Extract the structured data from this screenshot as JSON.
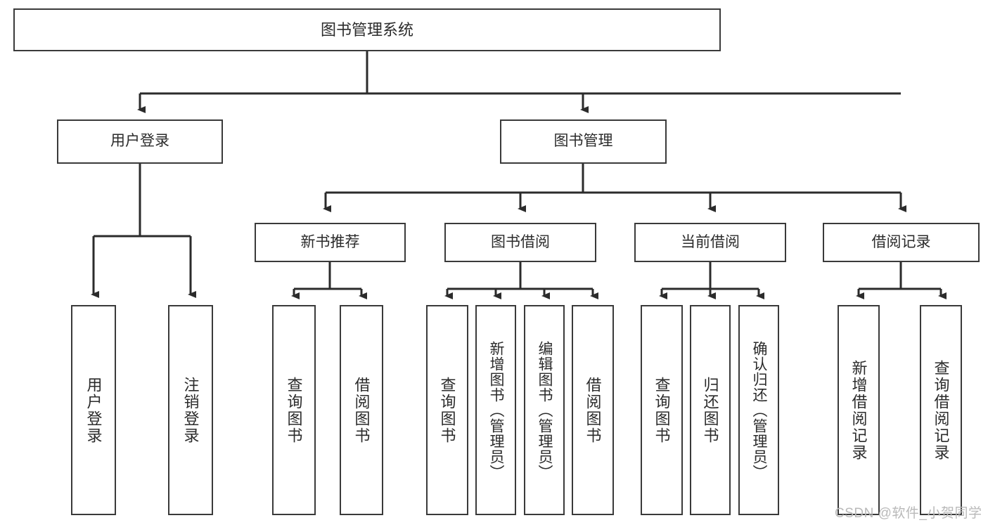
{
  "diagram": {
    "type": "tree",
    "title": "图书管理系统",
    "orientation": "top-down",
    "colors": {
      "box_border": "#3a3a3a",
      "box_fill": "#ffffff",
      "edge": "#2b2b2b",
      "text": "#2b2b2b",
      "watermark": "#b9b9b9"
    },
    "levels": {
      "root": "图书管理系统",
      "level2": [
        "用户登录",
        "图书管理"
      ],
      "level3": [
        "新书推荐",
        "图书借阅",
        "当前借阅",
        "借阅记录"
      ]
    },
    "nodes": {
      "root": {
        "label": "图书管理系统"
      },
      "user_login": {
        "label": "用户登录"
      },
      "book_manage": {
        "label": "图书管理"
      },
      "new_book_rec": {
        "label": "新书推荐"
      },
      "book_borrow": {
        "label": "图书借阅"
      },
      "current_borrow": {
        "label": "当前借阅"
      },
      "borrow_record": {
        "label": "借阅记录"
      }
    },
    "leaves": {
      "user_login": [
        {
          "label": "用户登录"
        },
        {
          "label": "注销登录"
        }
      ],
      "new_book_rec": [
        {
          "label": "查询图书"
        },
        {
          "label": "借阅图书"
        }
      ],
      "book_borrow": [
        {
          "label": "查询图书"
        },
        {
          "label": "新增图书（管理员）"
        },
        {
          "label": "编辑图书（管理员）"
        },
        {
          "label": "借阅图书"
        }
      ],
      "current_borrow": [
        {
          "label": "查询图书"
        },
        {
          "label": "归还图书"
        },
        {
          "label": "确认归还（管理员）"
        }
      ],
      "borrow_record": [
        {
          "label": "新增借阅记录"
        },
        {
          "label": "查询借阅记录"
        }
      ]
    },
    "watermark": "CSDN @软件_小贺同学"
  }
}
